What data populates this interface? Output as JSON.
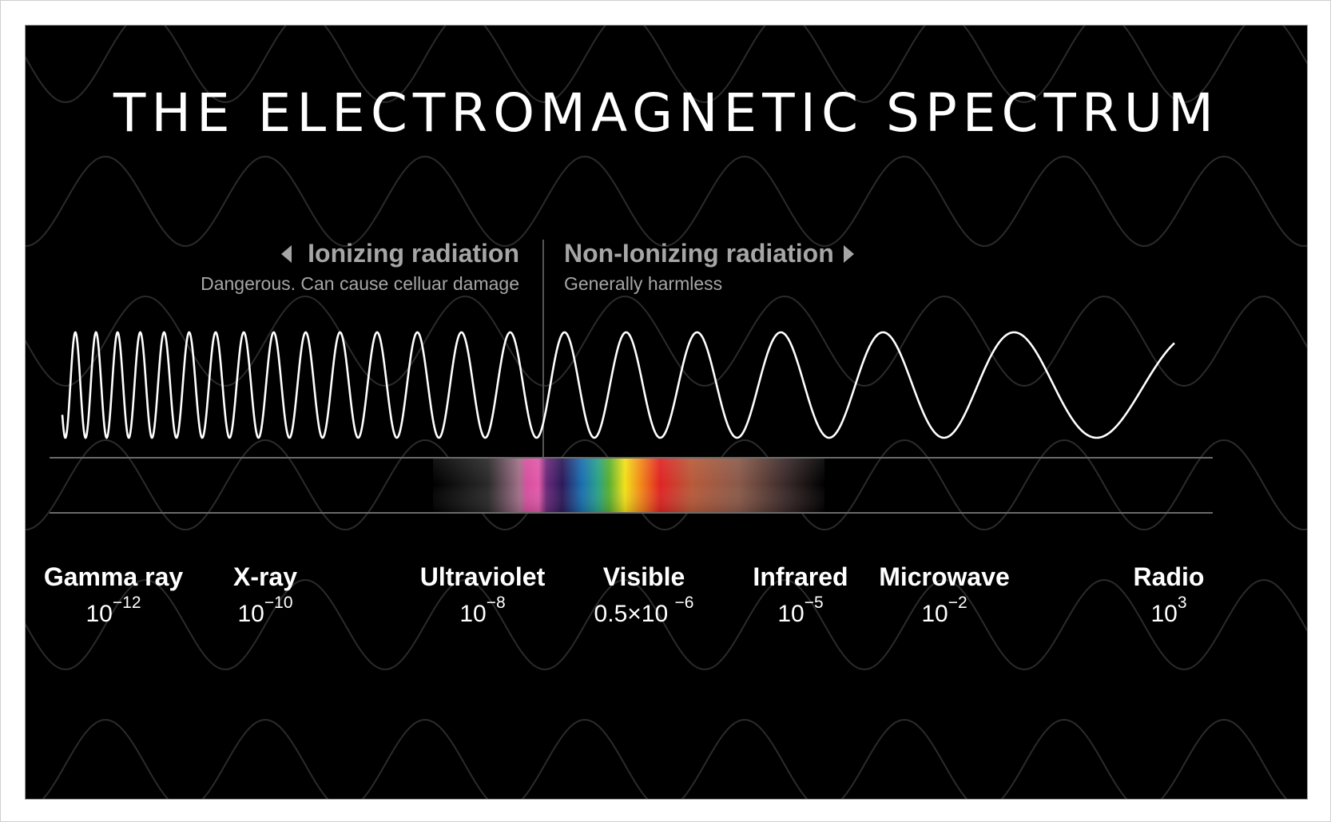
{
  "title": "THE ELECTROMAGNETIC SPECTRUM",
  "ionizing": {
    "heading": "Ionizing radiation",
    "description": "Dangerous. Can cause celluar damage",
    "arrow_icon": "triangle-left-icon"
  },
  "non_ionizing": {
    "heading": "Non-Ionizing radiation",
    "description": "Generally harmless",
    "arrow_icon": "triangle-right-icon"
  },
  "bands": [
    {
      "name": "Gamma ray",
      "base": "10",
      "exponent": "−12"
    },
    {
      "name": "X-ray",
      "base": "10",
      "exponent": "−10"
    },
    {
      "name": "Ultraviolet",
      "base": "10",
      "exponent": "−8"
    },
    {
      "name": "Visible",
      "base": "0.5×10 ",
      "exponent": "−6"
    },
    {
      "name": "Infrared",
      "base": "10",
      "exponent": "−5"
    },
    {
      "name": "Microwave",
      "base": "10",
      "exponent": "−2"
    },
    {
      "name": "Radio",
      "base": "10",
      "exponent": "3"
    }
  ],
  "colors": {
    "background": "#000000",
    "foreground": "#ffffff",
    "secondary_text": "#a6a6a6",
    "rule_lines": "#6a6a6a",
    "background_waves": "#2b2b2b",
    "spectrum_stops": [
      "#000000",
      "#d94fa0",
      "#3a2070",
      "#1a6fb0",
      "#34a853",
      "#f2e01a",
      "#f28a1a",
      "#e02424",
      "#b85a3a",
      "#000000"
    ]
  }
}
